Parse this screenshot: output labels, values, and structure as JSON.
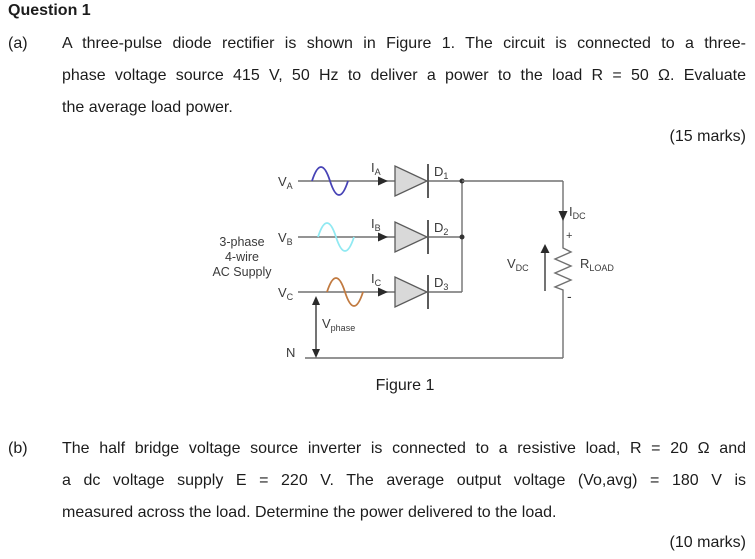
{
  "page": {
    "title": "Question 1"
  },
  "part_a": {
    "label": "(a)",
    "lines": [
      "A three-pulse diode rectifier is shown in Figure 1. The circuit is connected to a three-",
      "phase voltage source 415 V, 50 Hz to deliver a power to the load R = 50 Ω. Evaluate",
      "the average load power."
    ],
    "marks": "(15 marks)"
  },
  "figure": {
    "caption": "Figure 1",
    "supply_lines": [
      "3-phase",
      "4-wire",
      "AC Supply"
    ],
    "neutral": "N",
    "labels": {
      "vphase": {
        "main": "V",
        "sub": "phase"
      },
      "idc": {
        "main": "I",
        "sub": "DC"
      },
      "vdc": {
        "main": "V",
        "sub": "DC"
      },
      "rload": {
        "main": "R",
        "sub": "LOAD"
      },
      "plus": "+",
      "minus": "-"
    },
    "phases": [
      {
        "v_main": "V",
        "v_sub": "A",
        "i_main": "I",
        "i_sub": "A",
        "d_main": "D",
        "d_sub": "1",
        "wave_color": "#4743b6"
      },
      {
        "v_main": "V",
        "v_sub": "B",
        "i_main": "I",
        "i_sub": "B",
        "d_main": "D",
        "d_sub": "2",
        "wave_color": "#90e9f2"
      },
      {
        "v_main": "V",
        "v_sub": "C",
        "i_main": "I",
        "i_sub": "C",
        "d_main": "D",
        "d_sub": "3",
        "wave_color": "#c17a40"
      }
    ],
    "colors": {
      "wire": "#707070",
      "diode_fill": "#d9d9d9",
      "diode_stroke": "#5b5b5b",
      "label_text": "#3a3a3a"
    }
  },
  "part_b": {
    "label": "(b)",
    "lines": [
      "The half bridge voltage source inverter is connected to a resistive load, R = 20 Ω and",
      "a dc voltage supply E = 220 V. The average output voltage (Vo,avg) = 180 V is",
      "measured across the load. Determine the power delivered to the load."
    ],
    "marks": "(10 marks)"
  }
}
